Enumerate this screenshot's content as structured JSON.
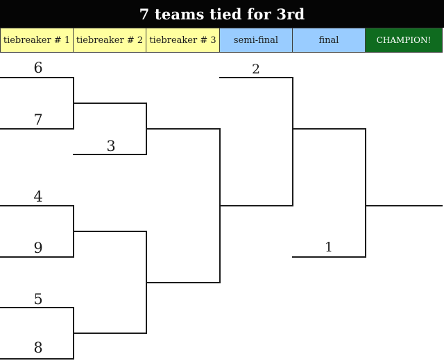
{
  "title": "7 teams tied for 3rd",
  "rounds": [
    {
      "label": "tiebreaker # 1"
    },
    {
      "label": "tiebreaker # 2"
    },
    {
      "label": "tiebreaker # 3"
    },
    {
      "label": "semi-final"
    },
    {
      "label": "final"
    },
    {
      "label": "CHAMPION!"
    }
  ],
  "seeds": {
    "s6": "6",
    "s7": "7",
    "s3": "3",
    "s4": "4",
    "s9": "9",
    "s5": "5",
    "s8": "8",
    "s2": "2",
    "s1": "1"
  },
  "colors": {
    "title_bg": "#050505",
    "tiebreaker_bg": "#ffff9f",
    "semifinal_bg": "#99ccff",
    "final_bg": "#99ccff",
    "champion_bg": "#0f6b1f"
  }
}
